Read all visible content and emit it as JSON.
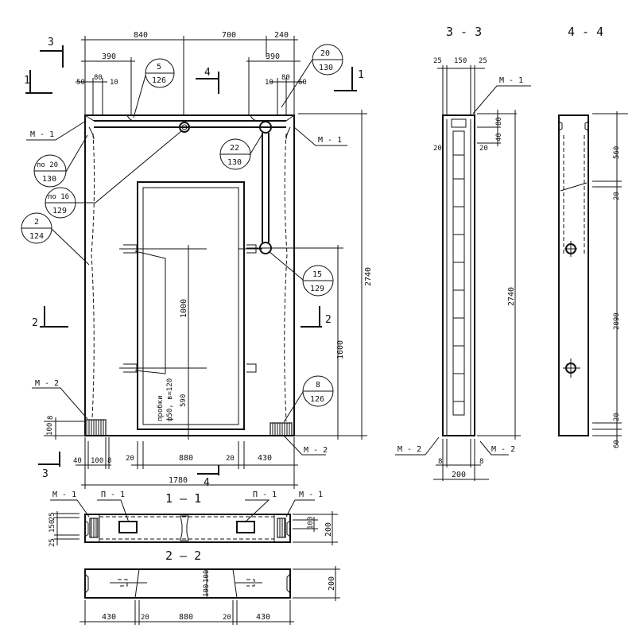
{
  "elevation": {
    "dims_top": {
      "a": "840",
      "b": "700",
      "c": "240",
      "l390": "390",
      "r390": "390",
      "l50": "50",
      "l80": "80",
      "l10": "10",
      "r10": "10",
      "r80": "80",
      "r60": "60"
    },
    "dims_right": {
      "total": "2740",
      "h1600": "1600"
    },
    "dims_inner": {
      "h1000": "1000",
      "h590": "590"
    },
    "plugs_note_1": "пробки",
    "plugs_note_2": "ф50, в=120",
    "dims_bottom": {
      "d40": "40",
      "d100": "100",
      "d8": "8",
      "d20a": "20",
      "d880": "880",
      "d20b": "20",
      "d430": "430",
      "total": "1780"
    },
    "dims_left": {
      "h100": "100",
      "h8": "8"
    },
    "labels": {
      "m1_left": "М - 1",
      "m1_right": "М - 1",
      "m2_left": "М - 2",
      "m2_right": "М - 2"
    },
    "section_marks": {
      "s3_top": "3",
      "s1_left": "1",
      "s4_top": "4",
      "s1_right": "1",
      "s2_left": "2",
      "s2_right": "2",
      "s3_bottom": "3",
      "s4_bottom": "4"
    },
    "balloons": [
      {
        "top": "5",
        "bottom": "126"
      },
      {
        "top": "20",
        "bottom": "130"
      },
      {
        "top": "22",
        "bottom": "130"
      },
      {
        "top": "по 20",
        "bottom": "130"
      },
      {
        "top": "по 16",
        "bottom": "129"
      },
      {
        "top": "2",
        "bottom": "124"
      },
      {
        "top": "15",
        "bottom": "129"
      },
      {
        "top": "8",
        "bottom": "126"
      }
    ]
  },
  "section_1_1": {
    "title": "1 — 1",
    "labels": {
      "m1_left": "М - 1",
      "p1_left": "П - 1",
      "p1_right": "П - 1",
      "m1_right": "М - 1"
    },
    "dims": {
      "l25a": "25",
      "l150": "150",
      "l25b": "25",
      "r100": "100",
      "r200": "200"
    }
  },
  "section_2_2": {
    "title": "2 — 2",
    "dims": {
      "d430a": "430",
      "d20a": "20",
      "d880": "880",
      "d20b": "20",
      "d430b": "430",
      "h200": "200",
      "h100a": "100",
      "h100b": "100"
    }
  },
  "section_3_3": {
    "title": "3 - 3",
    "labels": {
      "m1": "М - 1",
      "m2_left": "М - 2",
      "m2_right": "М - 2"
    },
    "dims": {
      "d25a": "25",
      "d150": "150",
      "d25b": "25",
      "h80": "80",
      "h40": "40",
      "d20a": "20",
      "d20b": "20",
      "h2740": "2740",
      "d8a": "8",
      "d8b": "8",
      "w200": "200"
    }
  },
  "section_4_4": {
    "title": "4 - 4",
    "dims": {
      "h560": "560",
      "h20a": "20",
      "h2090": "2090",
      "h20b": "20",
      "h60": "60"
    }
  }
}
